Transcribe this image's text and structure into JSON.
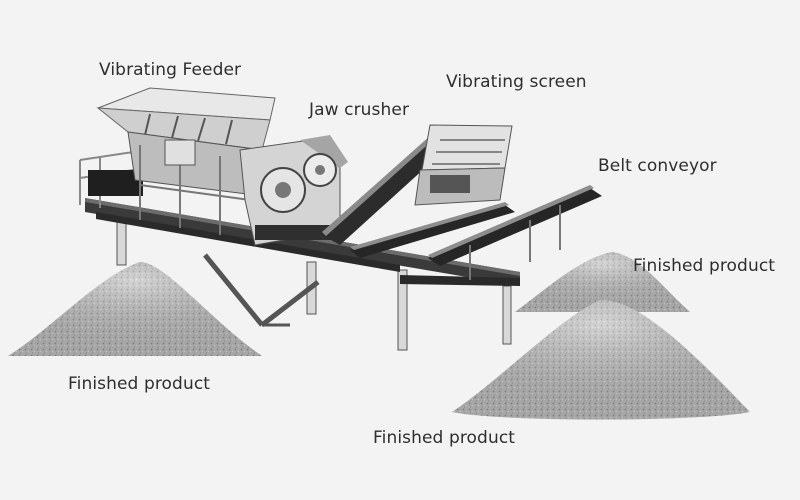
{
  "labels": {
    "vibrating_feeder": "Vibrating Feeder",
    "jaw_crusher": "Jaw crusher",
    "vibrating_screen": "Vibrating screen",
    "belt_conveyor": "Belt conveyor",
    "finished_product_right": "Finished product",
    "finished_product_left": "Finished product",
    "finished_product_bottom": "Finished product"
  },
  "colors": {
    "background": "#f3f3f3",
    "steel_light": "#d9d9d9",
    "steel_mid": "#9a9a9a",
    "steel_dark": "#2a2a2a",
    "gravel": "#b5b5b5"
  }
}
